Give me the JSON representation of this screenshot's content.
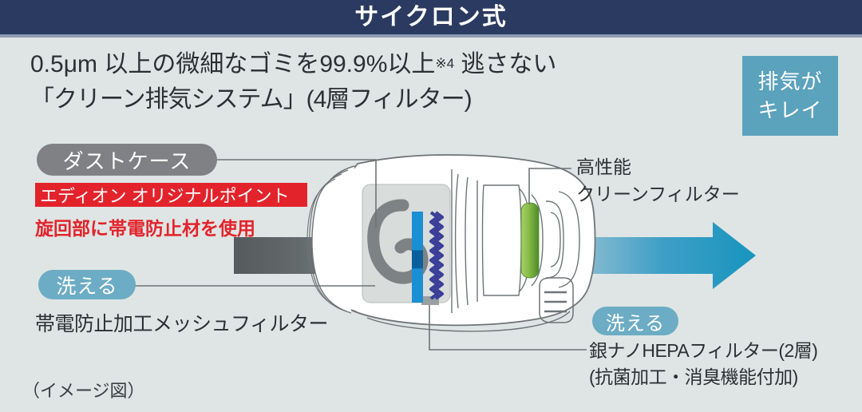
{
  "header": {
    "title": "サイクロン式"
  },
  "headline": {
    "line1_a": "0.5μm 以上の微細なゴミを99.9%以上",
    "line1_sup": "※4",
    "line1_b": " 逃さない",
    "line2": "「クリーン排気システム」(4層フィルター)"
  },
  "badge_clean": {
    "line1": "排気が",
    "line2": "キレイ"
  },
  "labels": {
    "dust_case_pill": "ダストケース",
    "red_banner": "エディオン オリジナルポイント",
    "red_subtext": "旋回部に帯電防止材を使用",
    "wash_pill_left": "洗える",
    "mesh_filter": "帯電防止加工メッシュフィルター",
    "high_perf_line1": "高性能",
    "high_perf_line2": "クリーンフィルター",
    "wash_pill_right": "洗える",
    "hepa_line1": "銀ナノHEPAフィルター(2層)",
    "hepa_line2": "(抗菌加工・消臭機能付加)",
    "image_note": "（イメージ図）"
  },
  "colors": {
    "header_bg": "#2b3a60",
    "header_rule": "#8f9bb3",
    "page_bg": "#dfe5e4",
    "badge_teal": "#5ba2bd",
    "pill_gray": "#808184",
    "pill_teal": "#6cacc4",
    "accent_red": "#e3232b",
    "text_dark": "#2c3033",
    "arrow_start": "#555a5c",
    "arrow_end": "#1795be",
    "filter_blue": "#1b8fd4",
    "filter_pleat": "#3b3f98",
    "filter_green": "#7cb442",
    "body_outline": "#6f7477",
    "dustcase_fill": "#cfd3d2"
  },
  "diagram": {
    "arrow_name": "airflow-arrow",
    "parts": [
      {
        "name": "dust-case",
        "label_ref": "dust_case_pill"
      },
      {
        "name": "mesh-filter",
        "label_ref": "mesh_filter"
      },
      {
        "name": "pleated-filter",
        "label_ref": "hepa_line1"
      },
      {
        "name": "clean-filter",
        "label_ref": "high_perf_line2"
      }
    ]
  }
}
